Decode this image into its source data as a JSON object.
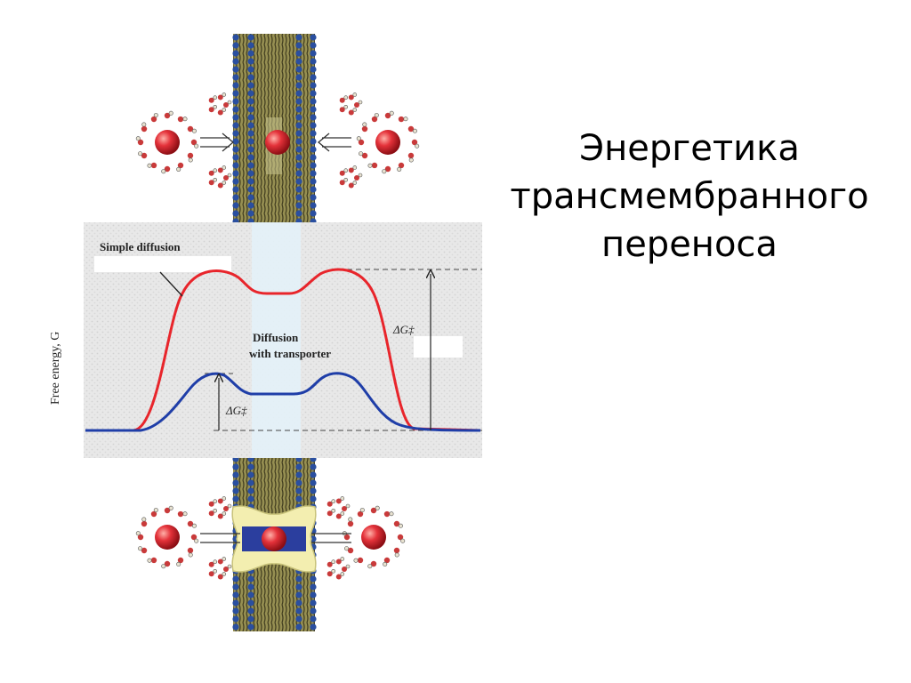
{
  "slide": {
    "title_lines": [
      "Энергетика",
      "трансмембранного",
      "переноса"
    ]
  },
  "figure": {
    "simple_label": "Simple diffusion",
    "transporter_label_1": "Diffusion",
    "transporter_label_2": "with transporter",
    "ylabel": "Free energy, G",
    "delta_g_label": "ΔG‡",
    "colors": {
      "simple_curve": "#e8252b",
      "transporter_curve": "#1f3ea8",
      "panel": "#e7e7e7",
      "membrane": "#8a8348",
      "head_groups": "#2a4fa0",
      "solute": "#d8232a",
      "transporter_protein": "#f3eeb0",
      "channel": "#2b3e9e"
    }
  }
}
